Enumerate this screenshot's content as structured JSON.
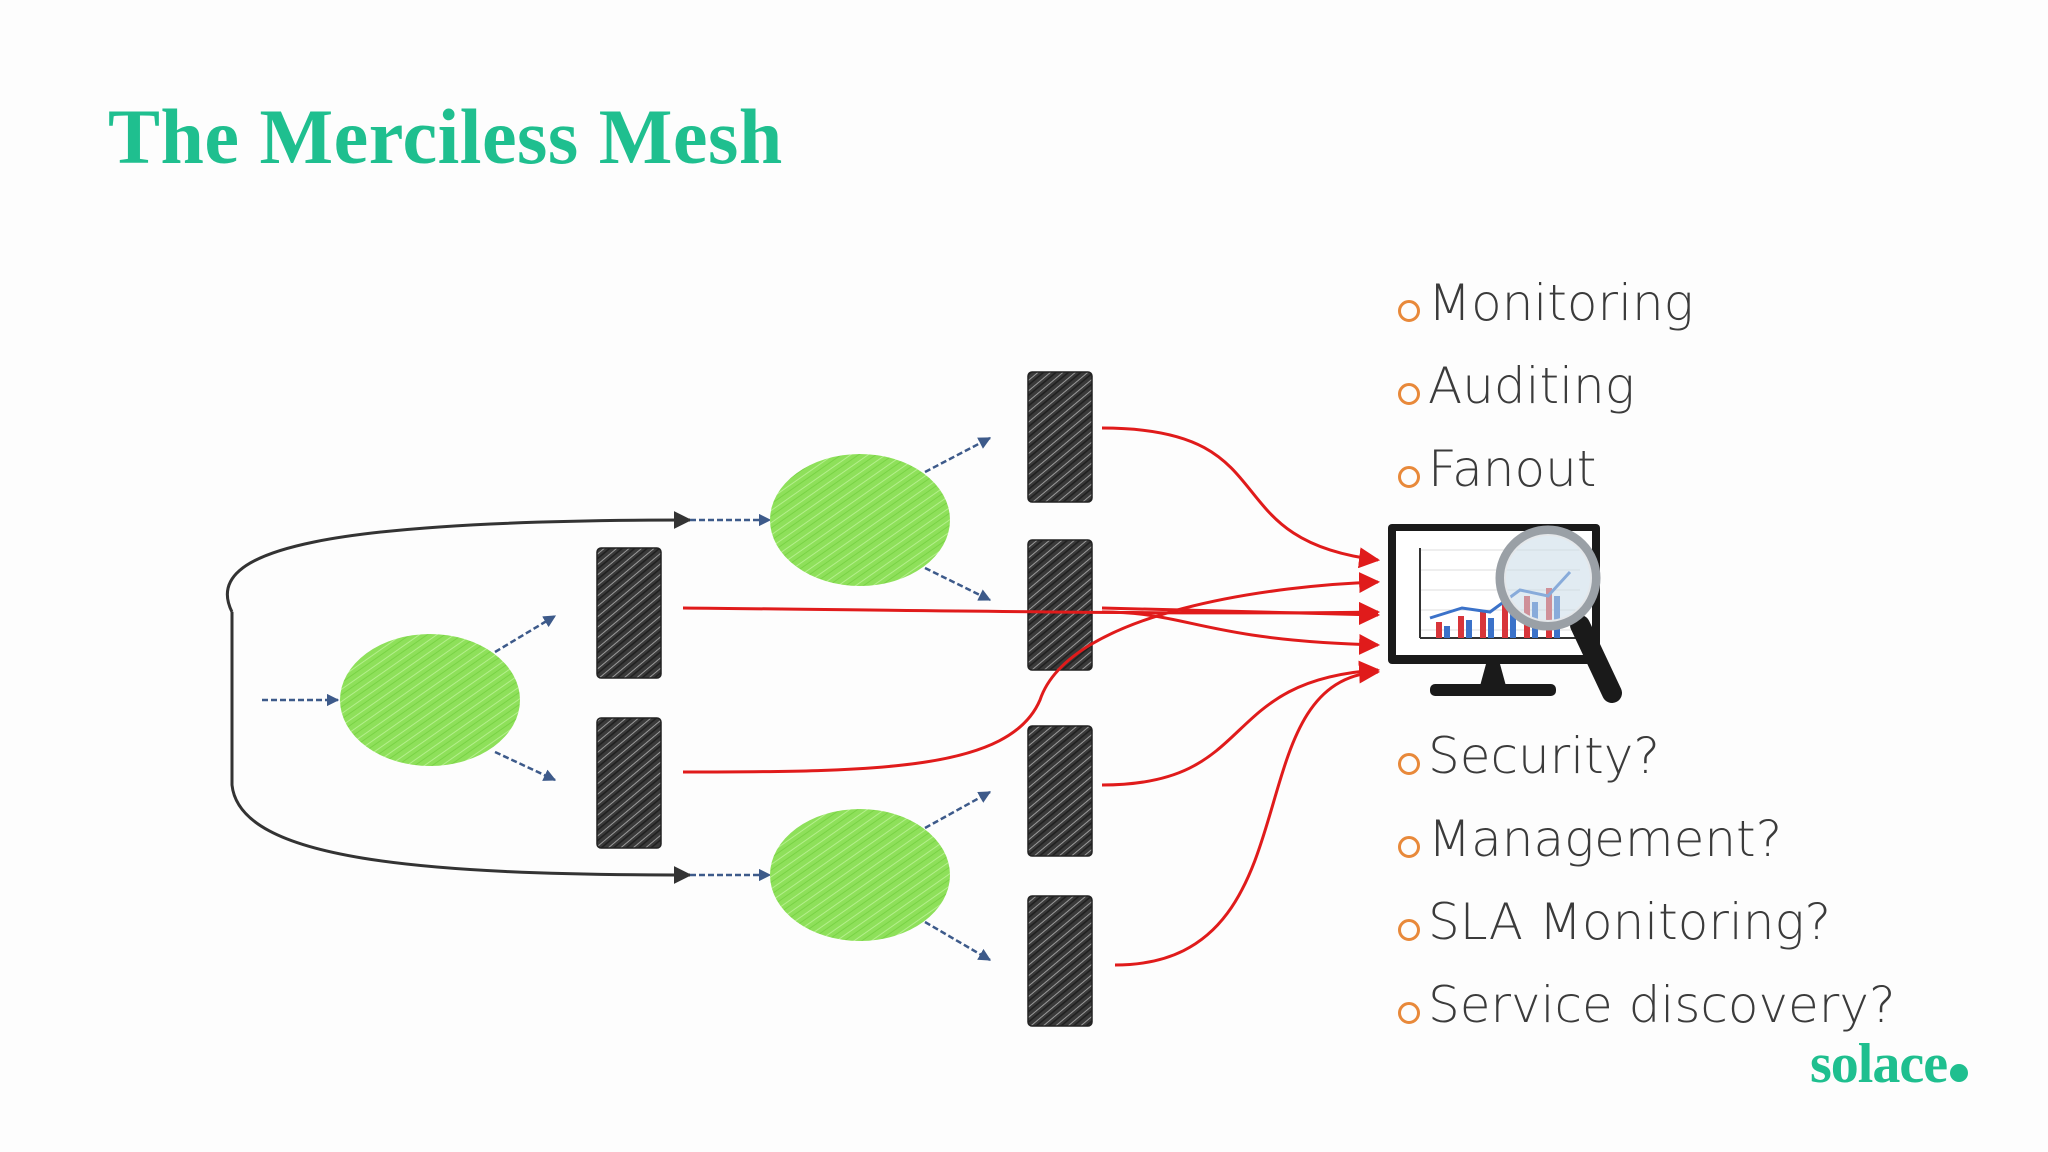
{
  "slide": {
    "title": "The Merciless Mesh",
    "brand": "solace"
  },
  "bullets_top": [
    {
      "marker": "o",
      "text": "Monitoring"
    },
    {
      "marker": "o",
      "text": "Auditing"
    },
    {
      "marker": "o",
      "text": "Fanout"
    }
  ],
  "bullets_bottom": [
    {
      "marker": "o",
      "text": "Security?"
    },
    {
      "marker": "o",
      "text": "Management?"
    },
    {
      "marker": "o",
      "text": "SLA Monitoring?"
    },
    {
      "marker": "o",
      "text": "Service discovery?"
    }
  ],
  "diagram": {
    "nodes": [
      {
        "id": "hub-left",
        "kind": "service-ellipse"
      },
      {
        "id": "hub-upper",
        "kind": "service-ellipse"
      },
      {
        "id": "hub-lower",
        "kind": "service-ellipse"
      },
      {
        "id": "server-mid-top",
        "kind": "server"
      },
      {
        "id": "server-mid-bottom",
        "kind": "server"
      },
      {
        "id": "server-right-1",
        "kind": "server"
      },
      {
        "id": "server-right-2",
        "kind": "server"
      },
      {
        "id": "server-right-3",
        "kind": "server"
      },
      {
        "id": "server-right-4",
        "kind": "server"
      },
      {
        "id": "monitor",
        "kind": "analytics-monitor-icon"
      }
    ],
    "colors": {
      "accent_green": "#1fbf8f",
      "ellipse_fill": "#8ee05a",
      "red_connector": "#e01b1b",
      "dark_connector": "#333333",
      "bullet_marker": "#e8893a",
      "text": "#3b3b3b"
    }
  }
}
